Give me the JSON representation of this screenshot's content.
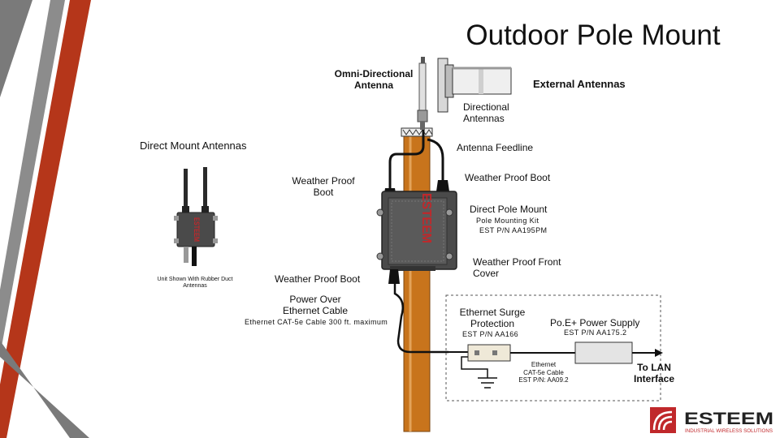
{
  "title": "Outdoor Pole Mount",
  "labels": {
    "omni_antenna": "Omni-Directional\nAntenna",
    "external_antennas": "External Antennas",
    "directional_antennas": "Directional\nAntennas",
    "direct_mount_antennas": "Direct Mount Antennas",
    "antenna_feedline": "Antenna Feedline",
    "weather_boot_left": "Weather Proof\nBoot",
    "weather_boot_right": "Weather Proof Boot",
    "direct_pole_mount": "Direct Pole Mount",
    "pole_mounting_kit": "Pole Mounting Kit",
    "pole_mount_pn": "EST P/N AA195PM",
    "weather_front_cover": "Weather Proof Front\nCover",
    "unit_shown": "Unit Shown With Rubber Duct\nAntennas",
    "weather_boot_lower": "Weather Proof Boot",
    "poe_cable": "Power Over\nEthernet Cable",
    "poe_cable_spec": "Ethernet CAT-5e Cable 300 ft. maximum",
    "surge_protection": "Ethernet Surge\nProtection",
    "surge_pn": "EST P/N AA166",
    "poe_supply": "Po.E+ Power Supply",
    "poe_supply_pn": "EST P/N AA175.2",
    "ethernet_cable": "Ethernet\nCAT-5e Cable\nEST P/N: AA09.2",
    "to_lan": "To LAN\nInterface"
  },
  "device_brand": "ESTEEM",
  "logo": {
    "name": "ESTEEM",
    "tagline": "INDUSTRIAL WIRELESS SOLUTIONS"
  },
  "colors": {
    "pole": "#c8741c",
    "stripe_gray": "#6b6b6b",
    "stripe_red": "#b5361a",
    "logo_red": "#c0282b",
    "enclosure": "#4a4a4a"
  }
}
